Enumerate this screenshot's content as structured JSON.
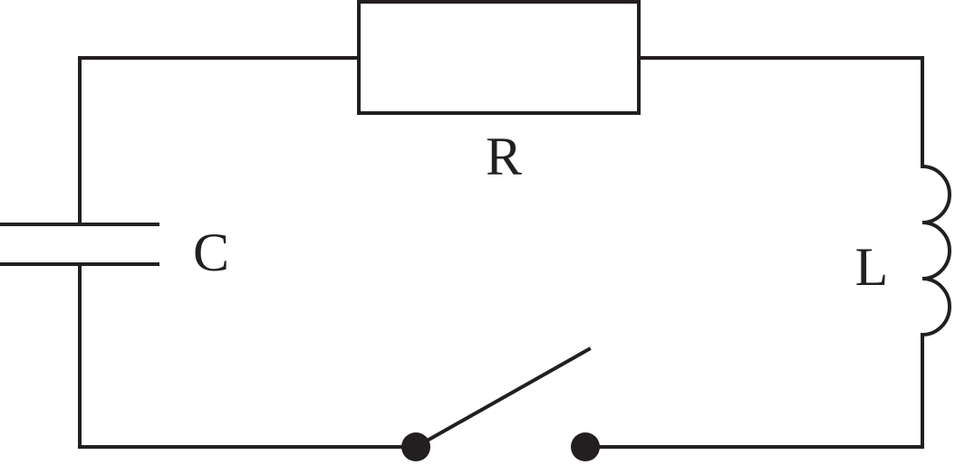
{
  "labels": {
    "resistor": "R",
    "capacitor": "C",
    "inductor": "L"
  },
  "colors": {
    "line": "#231f20",
    "background": "#ffffff"
  }
}
